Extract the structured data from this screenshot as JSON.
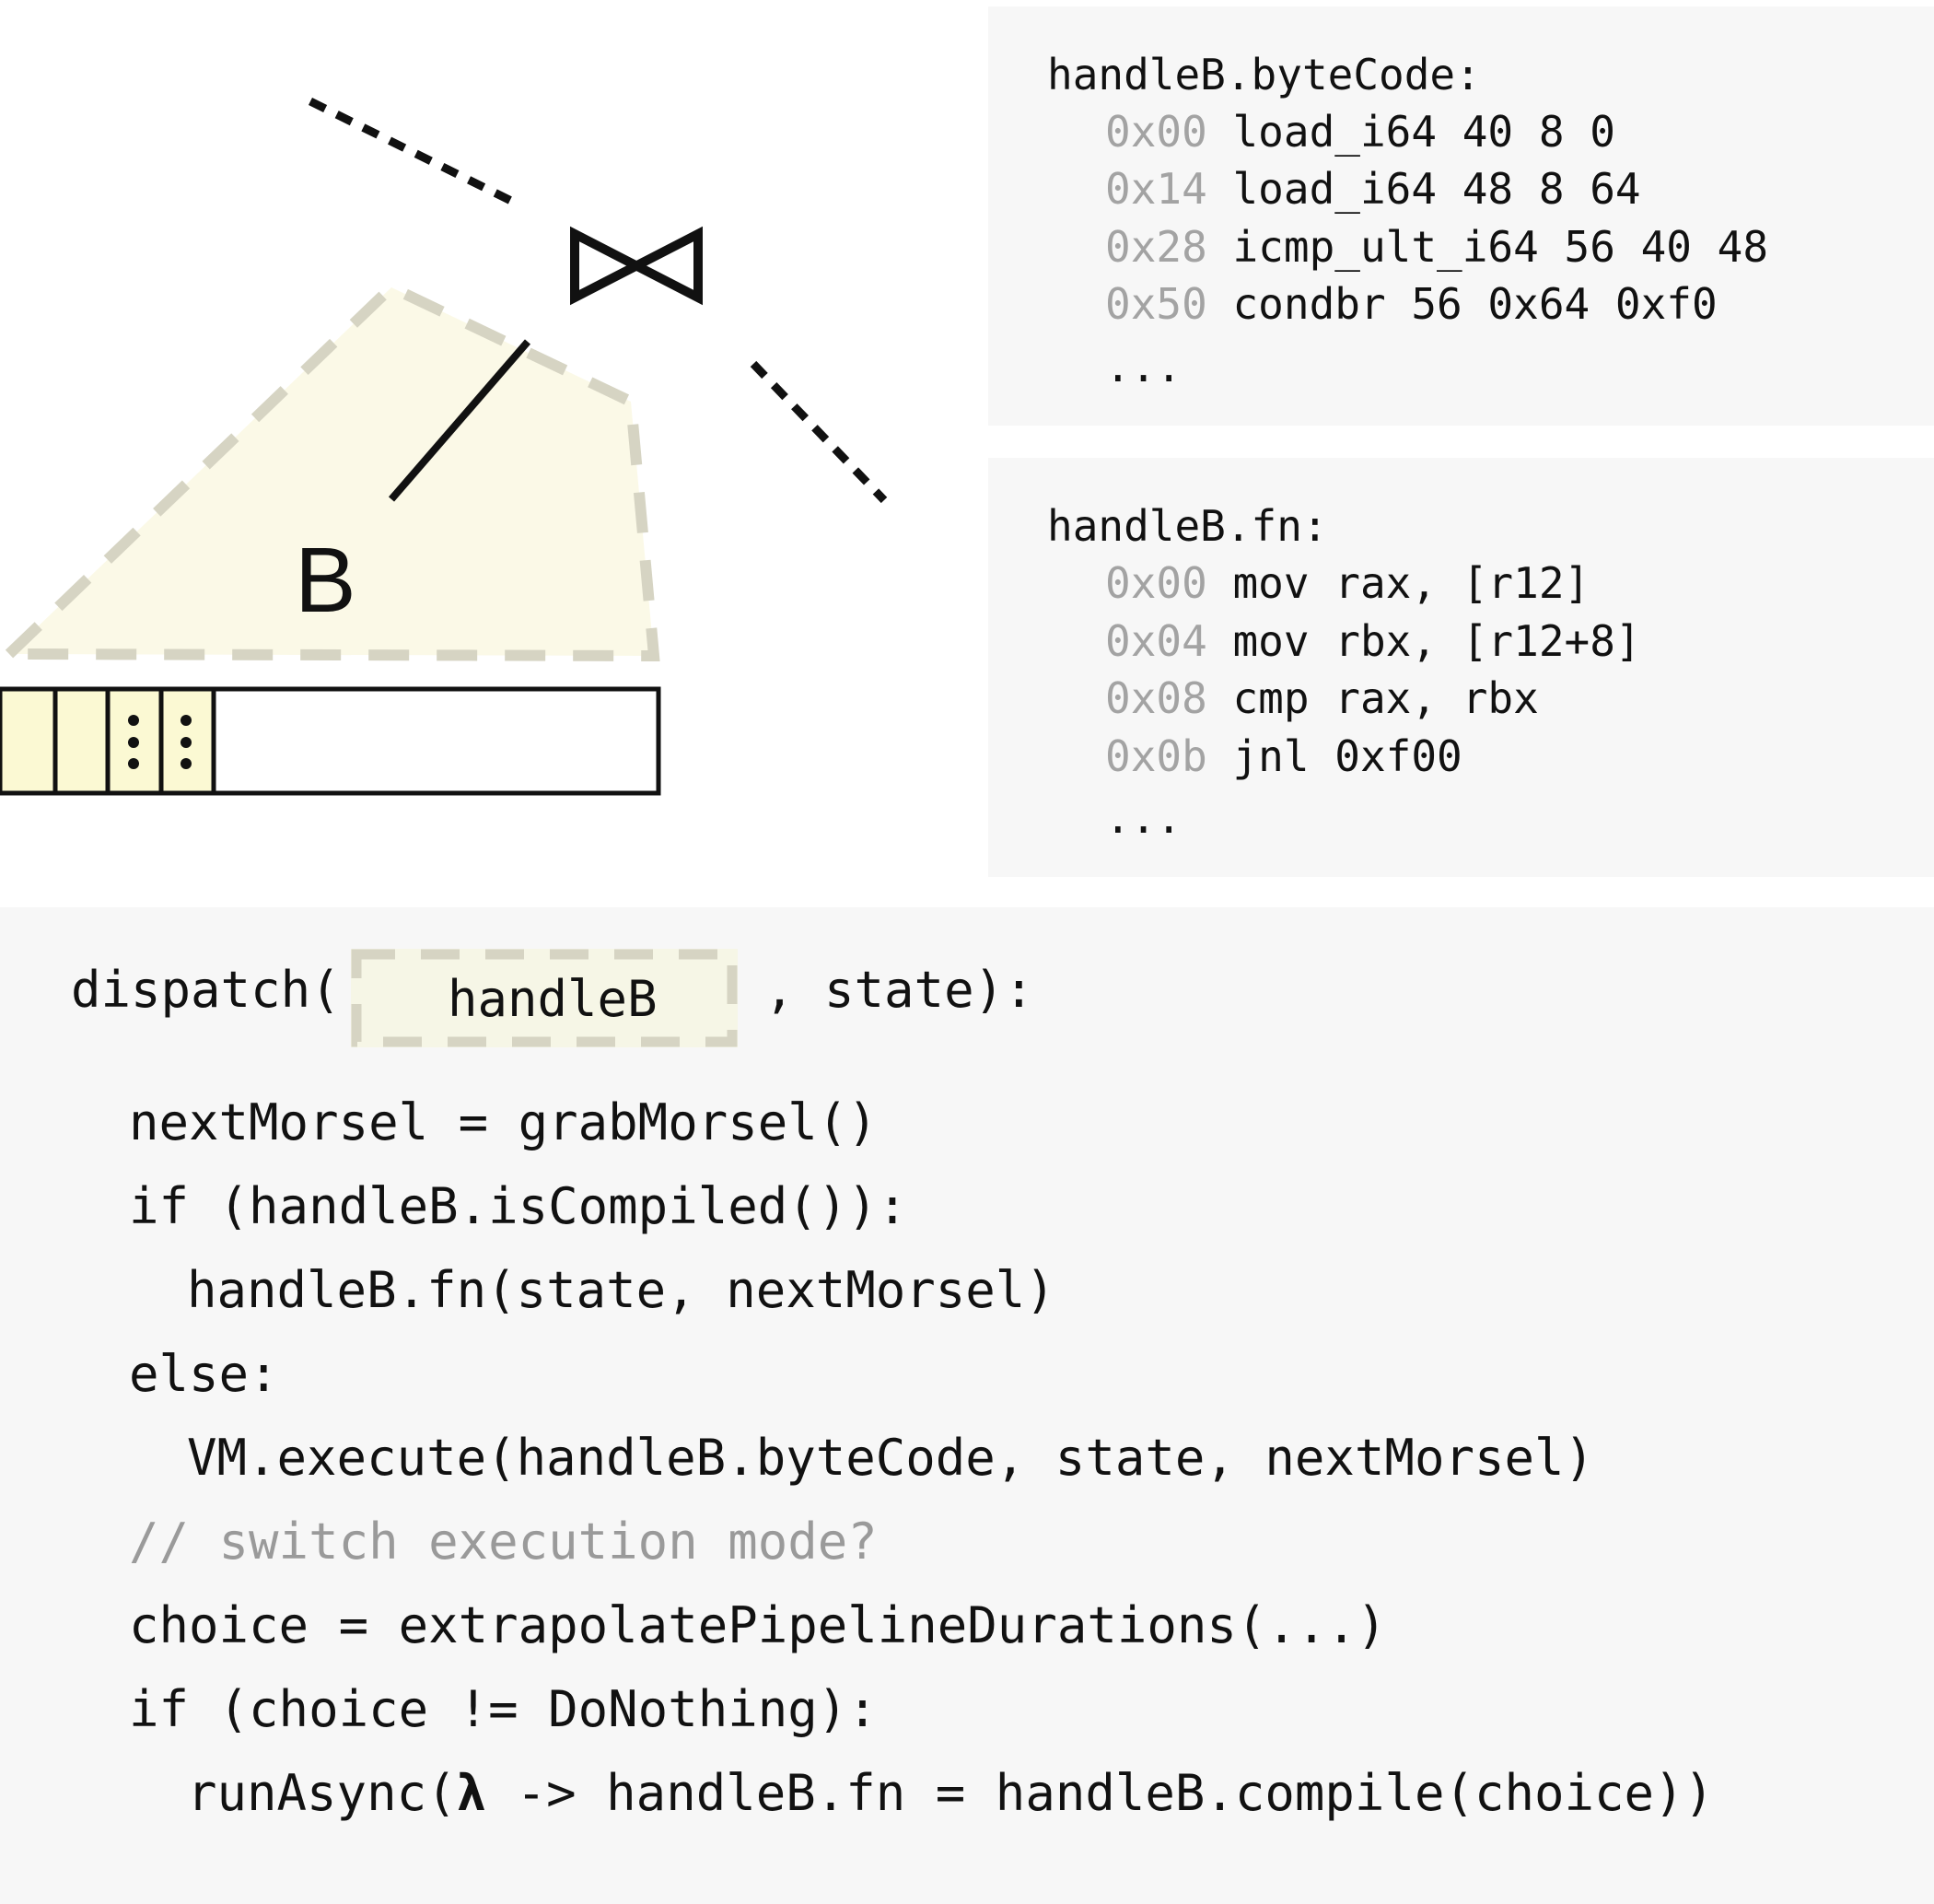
{
  "diagram": {
    "join_symbol": "⋈",
    "relation_label": "B"
  },
  "bytecode_panel": {
    "title": "handleB.byteCode:",
    "lines": [
      {
        "addr": "0x00",
        "instr": "load_i64 40 8 0"
      },
      {
        "addr": "0x14",
        "instr": "load_i64 48 8 64"
      },
      {
        "addr": "0x28",
        "instr": "icmp_ult_i64 56 40 48"
      },
      {
        "addr": "0x50",
        "instr": "condbr 56 0x64 0xf0"
      }
    ],
    "ellipsis": "..."
  },
  "fn_panel": {
    "title": "handleB.fn:",
    "lines": [
      {
        "addr": "0x00",
        "instr": "mov rax, [r12]"
      },
      {
        "addr": "0x04",
        "instr": "mov rbx, [r12+8]"
      },
      {
        "addr": "0x08",
        "instr": "cmp rax, rbx"
      },
      {
        "addr": "0x0b",
        "instr": "jnl 0xf00"
      }
    ],
    "ellipsis": "..."
  },
  "dispatch": {
    "prefix": "dispatch(",
    "handle": "handleB",
    "suffix": ", state):",
    "body": {
      "l1": "nextMorsel = grabMorsel()",
      "l2": "if (handleB.isCompiled()):",
      "l3": "handleB.fn(state, nextMorsel)",
      "l4": "else:",
      "l5": "VM.execute(handleB.byteCode, state, nextMorsel)",
      "l6": "// switch execution mode?",
      "l7": "choice = extrapolatePipelineDurations(...)",
      "l8": "if (choice != DoNothing):",
      "l9_pre": "runAsync(",
      "l9_lambda": "λ",
      "l9_post": " -> handleB.fn = handleB.compile(choice))"
    }
  }
}
